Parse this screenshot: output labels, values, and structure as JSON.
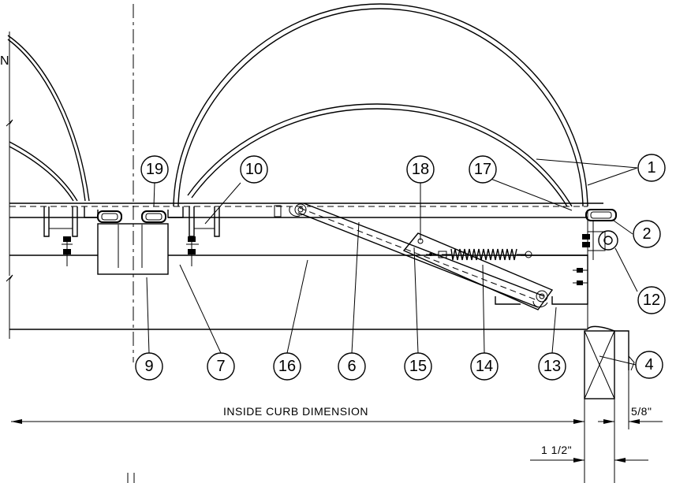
{
  "callouts": [
    {
      "id": "1",
      "label": "1"
    },
    {
      "id": "2",
      "label": "2"
    },
    {
      "id": "4",
      "label": "4"
    },
    {
      "id": "6",
      "label": "6"
    },
    {
      "id": "7",
      "label": "7"
    },
    {
      "id": "9",
      "label": "9"
    },
    {
      "id": "10",
      "label": "10"
    },
    {
      "id": "12",
      "label": "12"
    },
    {
      "id": "13",
      "label": "13"
    },
    {
      "id": "14",
      "label": "14"
    },
    {
      "id": "15",
      "label": "15"
    },
    {
      "id": "16",
      "label": "16"
    },
    {
      "id": "17",
      "label": "17"
    },
    {
      "id": "18",
      "label": "18"
    },
    {
      "id": "19",
      "label": "19"
    }
  ],
  "dimensions": {
    "inside_curb": "INSIDE CURB DIMENSION",
    "five_eighths": "5/8\"",
    "one_half": "1 1/2\""
  },
  "edge_text": {
    "left_letter": "N"
  }
}
